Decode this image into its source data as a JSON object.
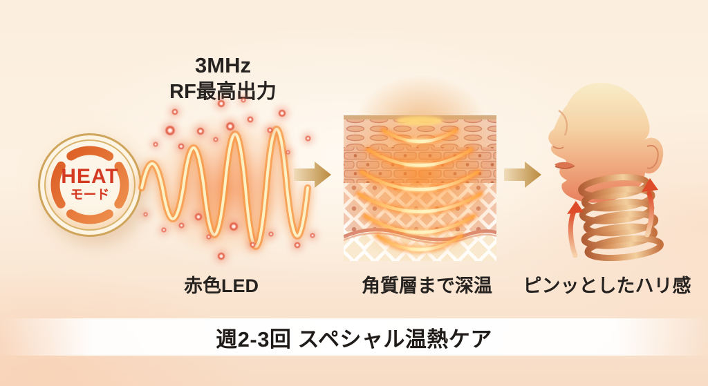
{
  "badge": {
    "label": "HEAT",
    "sublabel": "モード"
  },
  "rf_label": {
    "line1": "3MHz",
    "line2": "RF最高出力"
  },
  "captions": {
    "led": "赤色LED",
    "depth": "角質層まで深温",
    "firmness": "ピンッとしたハリ感"
  },
  "banner": {
    "text": "週2-3回 スペシャル温熱ケア"
  },
  "icons": {
    "heat_badge": "gold double ring with four orange arc segments",
    "rf_wave": "expanding sine wave, cream core with orange glow",
    "led_particles": "scattered glowing red dots",
    "flow_arrow": "tan gradient right-pointing arrow",
    "skin_layers": "skin cross-section with penetrating heat waves",
    "face_lift": "face profile with coil-spring neck and upward arrows"
  },
  "colors": {
    "background_top": "#fbeede",
    "background_bottom": "#f8dcc5",
    "badge_ring_gold": "#cfa55c",
    "badge_text_red": "#d43a22",
    "arc_orange": "#e8732f",
    "wave_core": "#fdf2c6",
    "wave_glow": "#f6953f",
    "led_red": "#e2553d",
    "arrow_tan": "#ba8a3d",
    "heat_yellow": "#ffe9a8",
    "skin_pink": "#eec0aa",
    "face_salmon": "#e87f5e",
    "text_black": "#262220",
    "banner_white": "#ffffff"
  }
}
